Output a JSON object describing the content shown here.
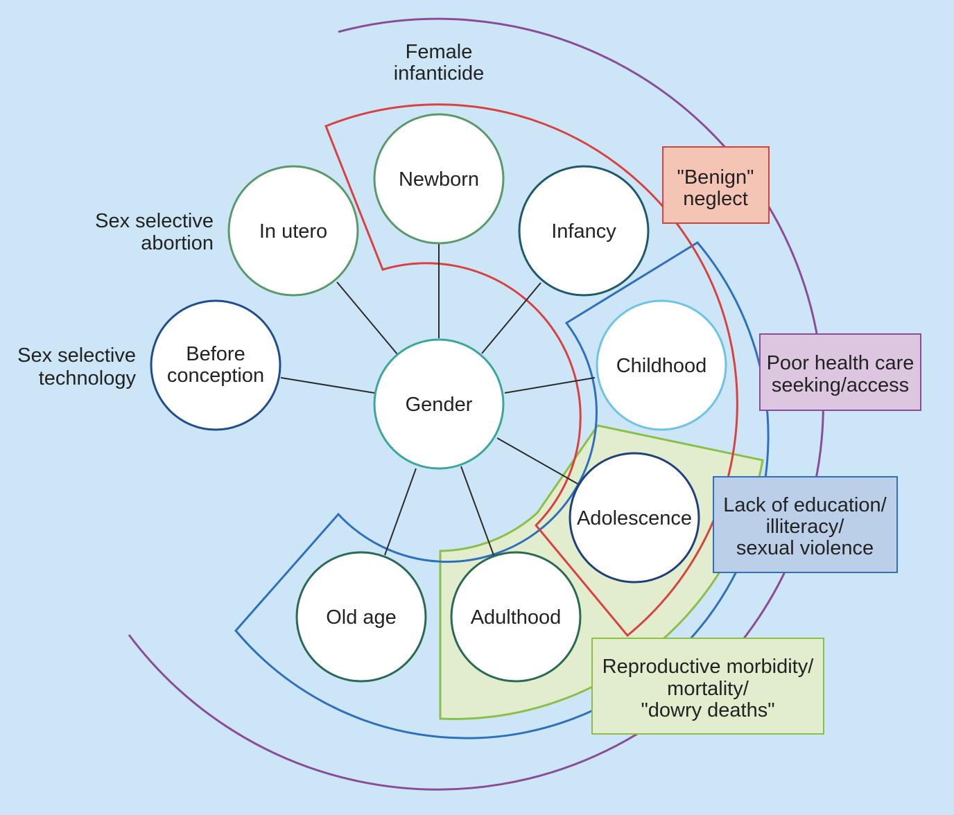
{
  "center": {
    "label": "Gender",
    "color": "#3aa79a"
  },
  "stages": [
    {
      "id": "before-conception",
      "lines": [
        "Before",
        "conception"
      ],
      "color": "#1f4d8f"
    },
    {
      "id": "in-utero",
      "lines": [
        "In utero"
      ],
      "color": "#5a9a6a"
    },
    {
      "id": "newborn",
      "lines": [
        "Newborn"
      ],
      "color": "#5a9a6a"
    },
    {
      "id": "infancy",
      "lines": [
        "Infancy"
      ],
      "color": "#1f5a6a"
    },
    {
      "id": "childhood",
      "lines": [
        "Childhood"
      ],
      "color": "#6cc3e8"
    },
    {
      "id": "adolescence",
      "lines": [
        "Adolescence"
      ],
      "color": "#1f3f7f"
    },
    {
      "id": "adulthood",
      "lines": [
        "Adulthood"
      ],
      "color": "#2a6a55"
    },
    {
      "id": "old-age",
      "lines": [
        "Old age"
      ],
      "color": "#2a6a55"
    }
  ],
  "outer_labels": [
    {
      "id": "female-infanticide",
      "lines": [
        "Female",
        "infanticide"
      ]
    },
    {
      "id": "sex-selective-abortion",
      "lines": [
        "Sex selective",
        "abortion"
      ]
    },
    {
      "id": "sex-selective-technology",
      "lines": [
        "Sex selective",
        "technology"
      ]
    }
  ],
  "boxes": [
    {
      "id": "benign-neglect",
      "lines": [
        "\"Benign\"",
        "neglect"
      ],
      "fill": "#f4c4b4",
      "stroke": "#d94040"
    },
    {
      "id": "poor-health-care",
      "lines": [
        "Poor health care",
        "seeking/access"
      ],
      "fill": "#dcc6e0",
      "stroke": "#8a4c9a"
    },
    {
      "id": "lack-of-education",
      "lines": [
        "Lack of education/",
        "illiteracy/",
        "sexual violence"
      ],
      "fill": "#bccfe9",
      "stroke": "#2f6fbf"
    },
    {
      "id": "reproductive-morbidity",
      "lines": [
        "Reproductive morbidity/",
        "mortality/",
        "\"dowry deaths\""
      ],
      "fill": "#e1edcc",
      "stroke": "#8cbf48"
    }
  ],
  "colors": {
    "background": "#cde6f7",
    "purple_arc": "#8a4c9a",
    "red_region": "#d94040",
    "blue_region": "#2f6fbf",
    "green_region": "#8cbf48",
    "green_fill": "#e1edcc"
  }
}
